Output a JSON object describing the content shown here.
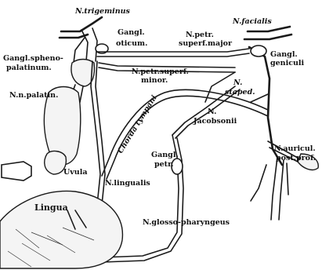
{
  "labels": {
    "n_trigeminus": "N.trigeminus",
    "n_facialis": "N.facialis",
    "gangl_oticum_1": "Gangl.",
    "gangl_oticum_2": "oticum.",
    "n_petr_sup_major_1": "N.petr.",
    "n_petr_sup_major_2": "superf.major",
    "gangl_geniculi_1": "Gangl.",
    "gangl_geniculi_2": "geniculi",
    "gangl_sphenopalatinum_1": "Gangl.spheno-",
    "gangl_sphenopalatinum_2": "palatinum.",
    "n_petr_sup_minor_1": "N.petr.superf.",
    "n_petr_sup_minor_2": "minor.",
    "n_stapedius_1": "N.",
    "n_stapedius_2": "staped.",
    "n_palatin": "N.n.palatin.",
    "chorda_tympani": "Chorda tympani",
    "n_jacobsonii_1": "N.",
    "n_jacobsonii_2": "Jacobsonii",
    "n_auricul_1": "N.auricul.",
    "n_auricul_2": "post.prof.",
    "gangl_petr_1": "Gangl.",
    "gangl_petr_2": "petr.",
    "uvula": "Uvula",
    "n_lingualis": "N.lingualis",
    "lingua": "Lingua",
    "n_glossopharyngeus": "N.glosso-pharyngeus"
  }
}
